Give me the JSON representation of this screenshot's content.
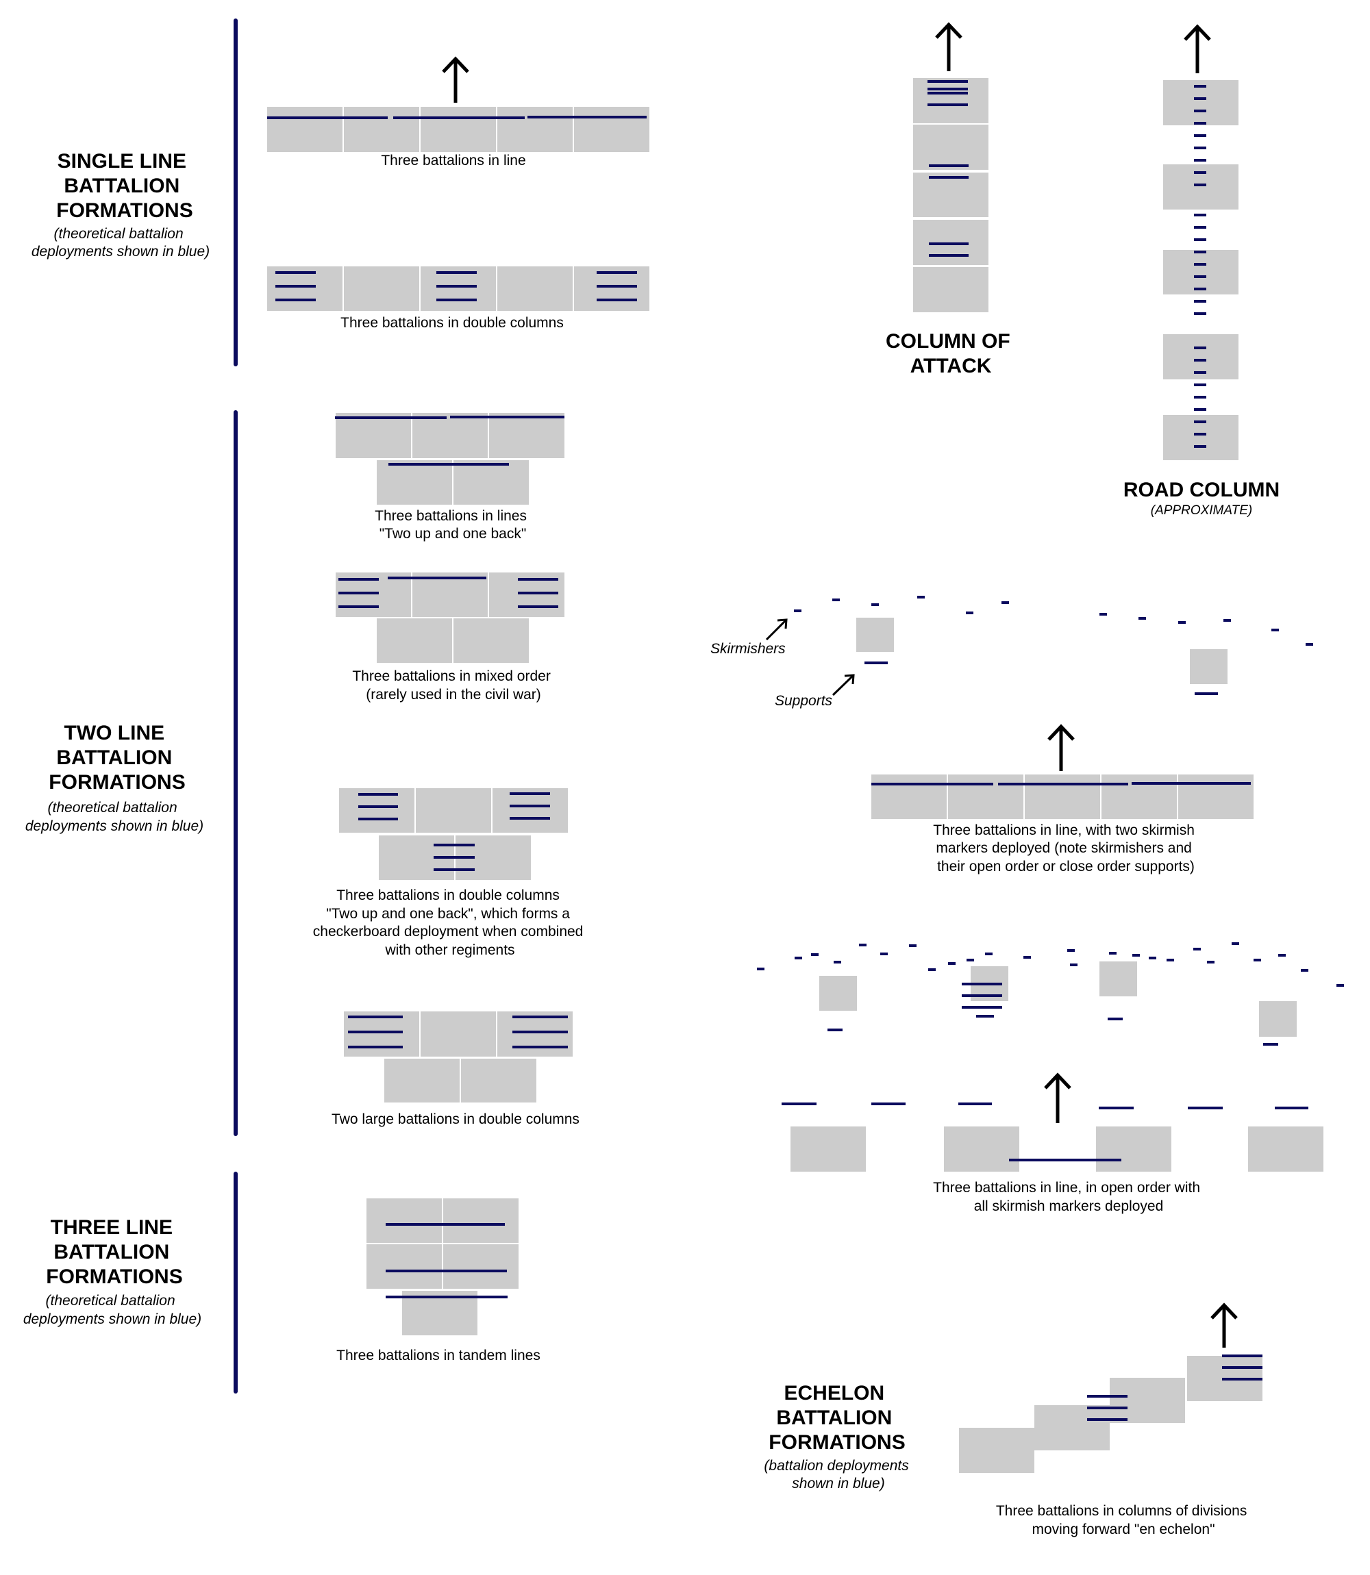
{
  "colors": {
    "block": "#cccccc",
    "deploy": "#0b0b5e",
    "divider": "#0b0b5e",
    "arrow": "#000000"
  },
  "sections": {
    "single": {
      "title": [
        "SINGLE LINE",
        "BATTALION",
        "FORMATIONS"
      ],
      "subtitle": [
        "(theoretical battalion",
        "deployments shown in blue)"
      ]
    },
    "two": {
      "title": [
        "TWO LINE",
        "BATTALION",
        "FORMATIONS"
      ],
      "subtitle": [
        "(theoretical battalion",
        "deployments shown in blue)"
      ]
    },
    "three": {
      "title": [
        "THREE LINE",
        "BATTALION",
        "FORMATIONS"
      ],
      "subtitle": [
        "(theoretical battalion",
        "deployments shown in blue)"
      ]
    },
    "column_attack": {
      "title": [
        "COLUMN OF",
        "ATTACK"
      ]
    },
    "road_column": {
      "title": [
        "ROAD COLUMN"
      ],
      "subtitle": [
        "(APPROXIMATE)"
      ]
    },
    "echelon": {
      "title": [
        "ECHELON",
        "BATTALION",
        "FORMATIONS"
      ],
      "subtitle": [
        "(battalion deployments",
        "shown in blue)"
      ]
    }
  },
  "captions": {
    "line": [
      "Three battalions in line"
    ],
    "double_columns": [
      "Three battalions in double columns"
    ],
    "two_up": [
      "Three battalions in lines",
      "\"Two up and one back\""
    ],
    "mixed": [
      "Three battalions in mixed order",
      "(rarely used in the civil war)"
    ],
    "checkerboard": [
      "Three battalions in double columns",
      "\"Two up and one back\", which forms a",
      "checkerboard deployment when combined",
      "with other regiments"
    ],
    "two_large": [
      "Two large battalions in double columns"
    ],
    "tandem": [
      "Three battalions in tandem lines"
    ],
    "skirmish": [
      "Three battalions in line, with two skirmish",
      "markers deployed (note skirmishers and",
      "their open order or close order supports)"
    ],
    "open_order": [
      "Three battalions in line, in open order with",
      "all skirmish markers deployed"
    ],
    "echelon": [
      "Three battalions in columns of divisions",
      "moving forward \"en echelon\""
    ]
  },
  "labels": {
    "skirmishers": "Skirmishers",
    "supports": "Supports"
  }
}
